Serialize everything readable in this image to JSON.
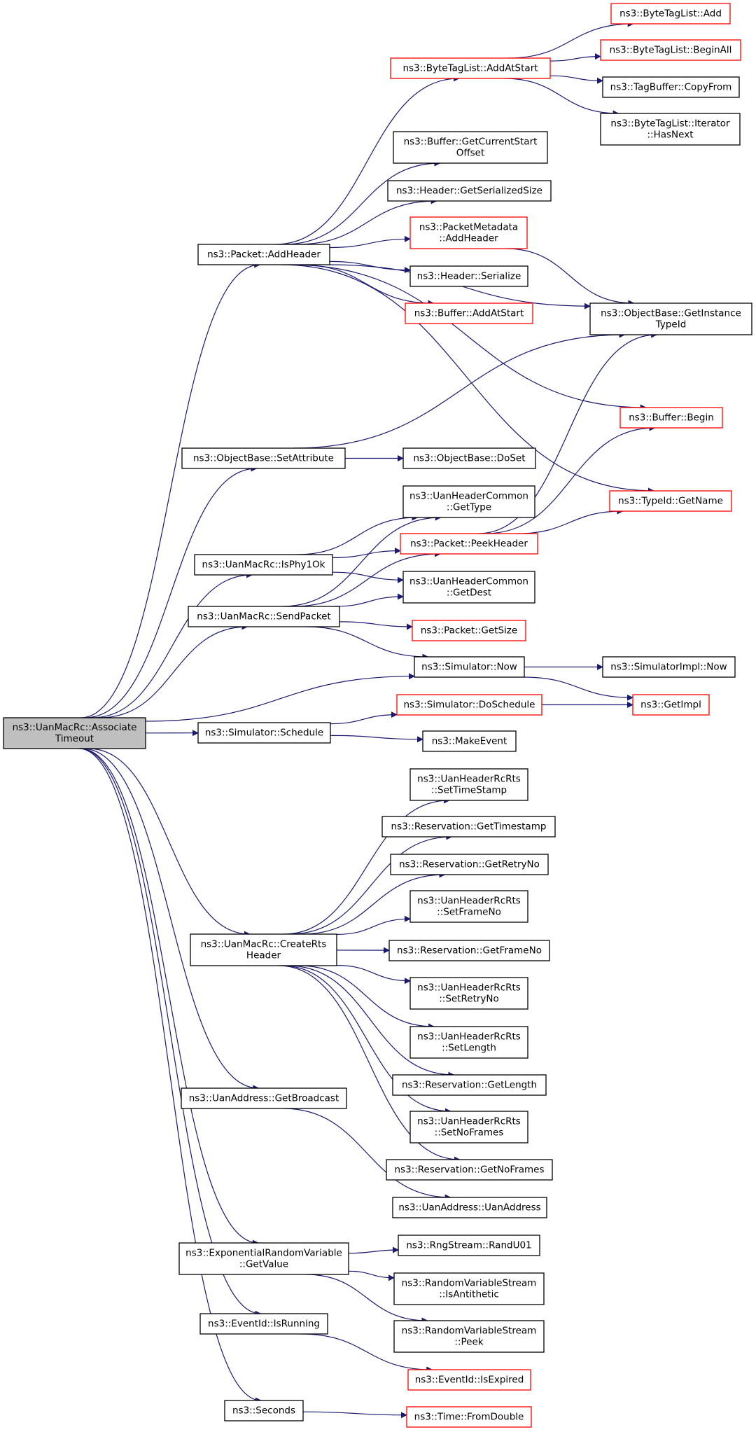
{
  "colors": {
    "edge": "#191970",
    "node_border": "#000000",
    "node_border_red": "#ff0000",
    "focus_fill": "#bfbfbf",
    "node_fill": "#ffffff"
  },
  "nodes": {
    "associate_timeout": {
      "lines": [
        "ns3::UanMacRc::Associate",
        "Timeout"
      ],
      "style": "focus"
    },
    "packet_addheader": {
      "lines": [
        "ns3::Packet::AddHeader"
      ],
      "style": "normal"
    },
    "bytetaglist_addatstart": {
      "lines": [
        "ns3::ByteTagList::AddAtStart"
      ],
      "style": "red"
    },
    "bytetaglist_add": {
      "lines": [
        "ns3::ByteTagList::Add"
      ],
      "style": "red"
    },
    "bytetaglist_beginall": {
      "lines": [
        "ns3::ByteTagList::BeginAll"
      ],
      "style": "red"
    },
    "tagbuffer_copyfrom": {
      "lines": [
        "ns3::TagBuffer::CopyFrom"
      ],
      "style": "normal"
    },
    "bytetaglist_iterator_hasnext": {
      "lines": [
        "ns3::ByteTagList::Iterator",
        "::HasNext"
      ],
      "style": "normal"
    },
    "buffer_getcurrentstartoffset": {
      "lines": [
        "ns3::Buffer::GetCurrentStart",
        "Offset"
      ],
      "style": "normal"
    },
    "header_getserializedsize": {
      "lines": [
        "ns3::Header::GetSerializedSize"
      ],
      "style": "normal"
    },
    "packetmetadata_addheader": {
      "lines": [
        "ns3::PacketMetadata",
        "::AddHeader"
      ],
      "style": "red"
    },
    "header_serialize": {
      "lines": [
        "ns3::Header::Serialize"
      ],
      "style": "normal"
    },
    "buffer_addatstart": {
      "lines": [
        "ns3::Buffer::AddAtStart"
      ],
      "style": "red"
    },
    "objectbase_getinstancetypeid": {
      "lines": [
        "ns3::ObjectBase::GetInstance",
        "TypeId"
      ],
      "style": "normal"
    },
    "buffer_begin": {
      "lines": [
        "ns3::Buffer::Begin"
      ],
      "style": "red"
    },
    "objectbase_setattribute": {
      "lines": [
        "ns3::ObjectBase::SetAttribute"
      ],
      "style": "normal"
    },
    "objectbase_doset": {
      "lines": [
        "ns3::ObjectBase::DoSet"
      ],
      "style": "normal"
    },
    "uanheadercommon_gettype": {
      "lines": [
        "ns3::UanHeaderCommon",
        "::GetType"
      ],
      "style": "normal"
    },
    "typeid_getname": {
      "lines": [
        "ns3::TypeId::GetName"
      ],
      "style": "red"
    },
    "uanmacrc_isphy1ok": {
      "lines": [
        "ns3::UanMacRc::IsPhy1Ok"
      ],
      "style": "normal"
    },
    "packet_peekheader": {
      "lines": [
        "ns3::Packet::PeekHeader"
      ],
      "style": "red"
    },
    "uanheadercommon_getdest": {
      "lines": [
        "ns3::UanHeaderCommon",
        "::GetDest"
      ],
      "style": "normal"
    },
    "uanmacrc_sendpacket": {
      "lines": [
        "ns3::UanMacRc::SendPacket"
      ],
      "style": "normal"
    },
    "packet_getsize": {
      "lines": [
        "ns3::Packet::GetSize"
      ],
      "style": "red"
    },
    "simulator_now": {
      "lines": [
        "ns3::Simulator::Now"
      ],
      "style": "normal"
    },
    "simulatorimpl_now": {
      "lines": [
        "ns3::SimulatorImpl::Now"
      ],
      "style": "normal"
    },
    "simulator_doschedule": {
      "lines": [
        "ns3::Simulator::DoSchedule"
      ],
      "style": "red"
    },
    "getimpl": {
      "lines": [
        "ns3::GetImpl"
      ],
      "style": "red"
    },
    "simulator_schedule": {
      "lines": [
        "ns3::Simulator::Schedule"
      ],
      "style": "normal"
    },
    "makeevent": {
      "lines": [
        "ns3::MakeEvent"
      ],
      "style": "normal"
    },
    "rts_settimestamp": {
      "lines": [
        "ns3::UanHeaderRcRts",
        "::SetTimeStamp"
      ],
      "style": "normal"
    },
    "reservation_gettimestamp": {
      "lines": [
        "ns3::Reservation::GetTimestamp"
      ],
      "style": "normal"
    },
    "reservation_getretryno": {
      "lines": [
        "ns3::Reservation::GetRetryNo"
      ],
      "style": "normal"
    },
    "rts_setframeno": {
      "lines": [
        "ns3::UanHeaderRcRts",
        "::SetFrameNo"
      ],
      "style": "normal"
    },
    "uanmacrc_creatertsheader": {
      "lines": [
        "ns3::UanMacRc::CreateRts",
        "Header"
      ],
      "style": "normal"
    },
    "reservation_getframeno": {
      "lines": [
        "ns3::Reservation::GetFrameNo"
      ],
      "style": "normal"
    },
    "rts_setretryno": {
      "lines": [
        "ns3::UanHeaderRcRts",
        "::SetRetryNo"
      ],
      "style": "normal"
    },
    "rts_setlength": {
      "lines": [
        "ns3::UanHeaderRcRts",
        "::SetLength"
      ],
      "style": "normal"
    },
    "reservation_getlength": {
      "lines": [
        "ns3::Reservation::GetLength"
      ],
      "style": "normal"
    },
    "rts_setnoframes": {
      "lines": [
        "ns3::UanHeaderRcRts",
        "::SetNoFrames"
      ],
      "style": "normal"
    },
    "reservation_getnoframes": {
      "lines": [
        "ns3::Reservation::GetNoFrames"
      ],
      "style": "normal"
    },
    "uanaddress_getbroadcast": {
      "lines": [
        "ns3::UanAddress::GetBroadcast"
      ],
      "style": "normal"
    },
    "uanaddress_uanaddress": {
      "lines": [
        "ns3::UanAddress::UanAddress"
      ],
      "style": "normal"
    },
    "exprv_getvalue": {
      "lines": [
        "ns3::ExponentialRandomVariable",
        "::GetValue"
      ],
      "style": "normal"
    },
    "rngstream_randu01": {
      "lines": [
        "ns3::RngStream::RandU01"
      ],
      "style": "normal"
    },
    "rvs_isantithetic": {
      "lines": [
        "ns3::RandomVariableStream",
        "::IsAntithetic"
      ],
      "style": "normal"
    },
    "rvs_peek": {
      "lines": [
        "ns3::RandomVariableStream",
        "::Peek"
      ],
      "style": "normal"
    },
    "eventid_isrunning": {
      "lines": [
        "ns3::EventId::IsRunning"
      ],
      "style": "normal"
    },
    "eventid_isexpired": {
      "lines": [
        "ns3::EventId::IsExpired"
      ],
      "style": "red"
    },
    "seconds": {
      "lines": [
        "ns3::Seconds"
      ],
      "style": "normal"
    },
    "time_fromdouble": {
      "lines": [
        "ns3::Time::FromDouble"
      ],
      "style": "red"
    }
  },
  "edges": [
    [
      "associate_timeout",
      "packet_addheader"
    ],
    [
      "associate_timeout",
      "objectbase_setattribute"
    ],
    [
      "associate_timeout",
      "uanmacrc_isphy1ok"
    ],
    [
      "associate_timeout",
      "uanmacrc_sendpacket"
    ],
    [
      "associate_timeout",
      "simulator_now"
    ],
    [
      "associate_timeout",
      "simulator_schedule"
    ],
    [
      "associate_timeout",
      "uanmacrc_creatertsheader"
    ],
    [
      "associate_timeout",
      "uanaddress_getbroadcast"
    ],
    [
      "associate_timeout",
      "exprv_getvalue"
    ],
    [
      "associate_timeout",
      "eventid_isrunning"
    ],
    [
      "associate_timeout",
      "seconds"
    ],
    [
      "packet_addheader",
      "bytetaglist_addatstart"
    ],
    [
      "packet_addheader",
      "buffer_getcurrentstartoffset"
    ],
    [
      "packet_addheader",
      "header_getserializedsize"
    ],
    [
      "packet_addheader",
      "packetmetadata_addheader"
    ],
    [
      "packet_addheader",
      "header_serialize"
    ],
    [
      "packet_addheader",
      "buffer_addatstart"
    ],
    [
      "packet_addheader",
      "objectbase_getinstancetypeid"
    ],
    [
      "packet_addheader",
      "buffer_begin"
    ],
    [
      "packet_addheader",
      "typeid_getname"
    ],
    [
      "bytetaglist_addatstart",
      "bytetaglist_add"
    ],
    [
      "bytetaglist_addatstart",
      "bytetaglist_beginall"
    ],
    [
      "bytetaglist_addatstart",
      "tagbuffer_copyfrom"
    ],
    [
      "bytetaglist_addatstart",
      "bytetaglist_iterator_hasnext"
    ],
    [
      "packetmetadata_addheader",
      "objectbase_getinstancetypeid"
    ],
    [
      "objectbase_setattribute",
      "objectbase_getinstancetypeid"
    ],
    [
      "objectbase_setattribute",
      "objectbase_doset"
    ],
    [
      "uanmacrc_isphy1ok",
      "uanheadercommon_gettype"
    ],
    [
      "uanmacrc_isphy1ok",
      "packet_peekheader"
    ],
    [
      "uanmacrc_isphy1ok",
      "uanheadercommon_getdest"
    ],
    [
      "uanmacrc_sendpacket",
      "uanheadercommon_gettype"
    ],
    [
      "uanmacrc_sendpacket",
      "packet_peekheader"
    ],
    [
      "uanmacrc_sendpacket",
      "uanheadercommon_getdest"
    ],
    [
      "uanmacrc_sendpacket",
      "packet_getsize"
    ],
    [
      "uanmacrc_sendpacket",
      "simulator_now"
    ],
    [
      "packet_peekheader",
      "objectbase_getinstancetypeid"
    ],
    [
      "packet_peekheader",
      "buffer_begin"
    ],
    [
      "packet_peekheader",
      "typeid_getname"
    ],
    [
      "simulator_now",
      "simulatorimpl_now"
    ],
    [
      "simulator_now",
      "getimpl"
    ],
    [
      "simulator_schedule",
      "simulator_doschedule"
    ],
    [
      "simulator_schedule",
      "makeevent"
    ],
    [
      "simulator_doschedule",
      "getimpl"
    ],
    [
      "uanmacrc_creatertsheader",
      "rts_settimestamp"
    ],
    [
      "uanmacrc_creatertsheader",
      "reservation_gettimestamp"
    ],
    [
      "uanmacrc_creatertsheader",
      "reservation_getretryno"
    ],
    [
      "uanmacrc_creatertsheader",
      "rts_setframeno"
    ],
    [
      "uanmacrc_creatertsheader",
      "reservation_getframeno"
    ],
    [
      "uanmacrc_creatertsheader",
      "rts_setretryno"
    ],
    [
      "uanmacrc_creatertsheader",
      "rts_setlength"
    ],
    [
      "uanmacrc_creatertsheader",
      "reservation_getlength"
    ],
    [
      "uanmacrc_creatertsheader",
      "rts_setnoframes"
    ],
    [
      "uanmacrc_creatertsheader",
      "reservation_getnoframes"
    ],
    [
      "uanaddress_getbroadcast",
      "uanaddress_uanaddress"
    ],
    [
      "exprv_getvalue",
      "rngstream_randu01"
    ],
    [
      "exprv_getvalue",
      "rvs_isantithetic"
    ],
    [
      "exprv_getvalue",
      "rvs_peek"
    ],
    [
      "eventid_isrunning",
      "eventid_isexpired"
    ],
    [
      "seconds",
      "time_fromdouble"
    ]
  ]
}
